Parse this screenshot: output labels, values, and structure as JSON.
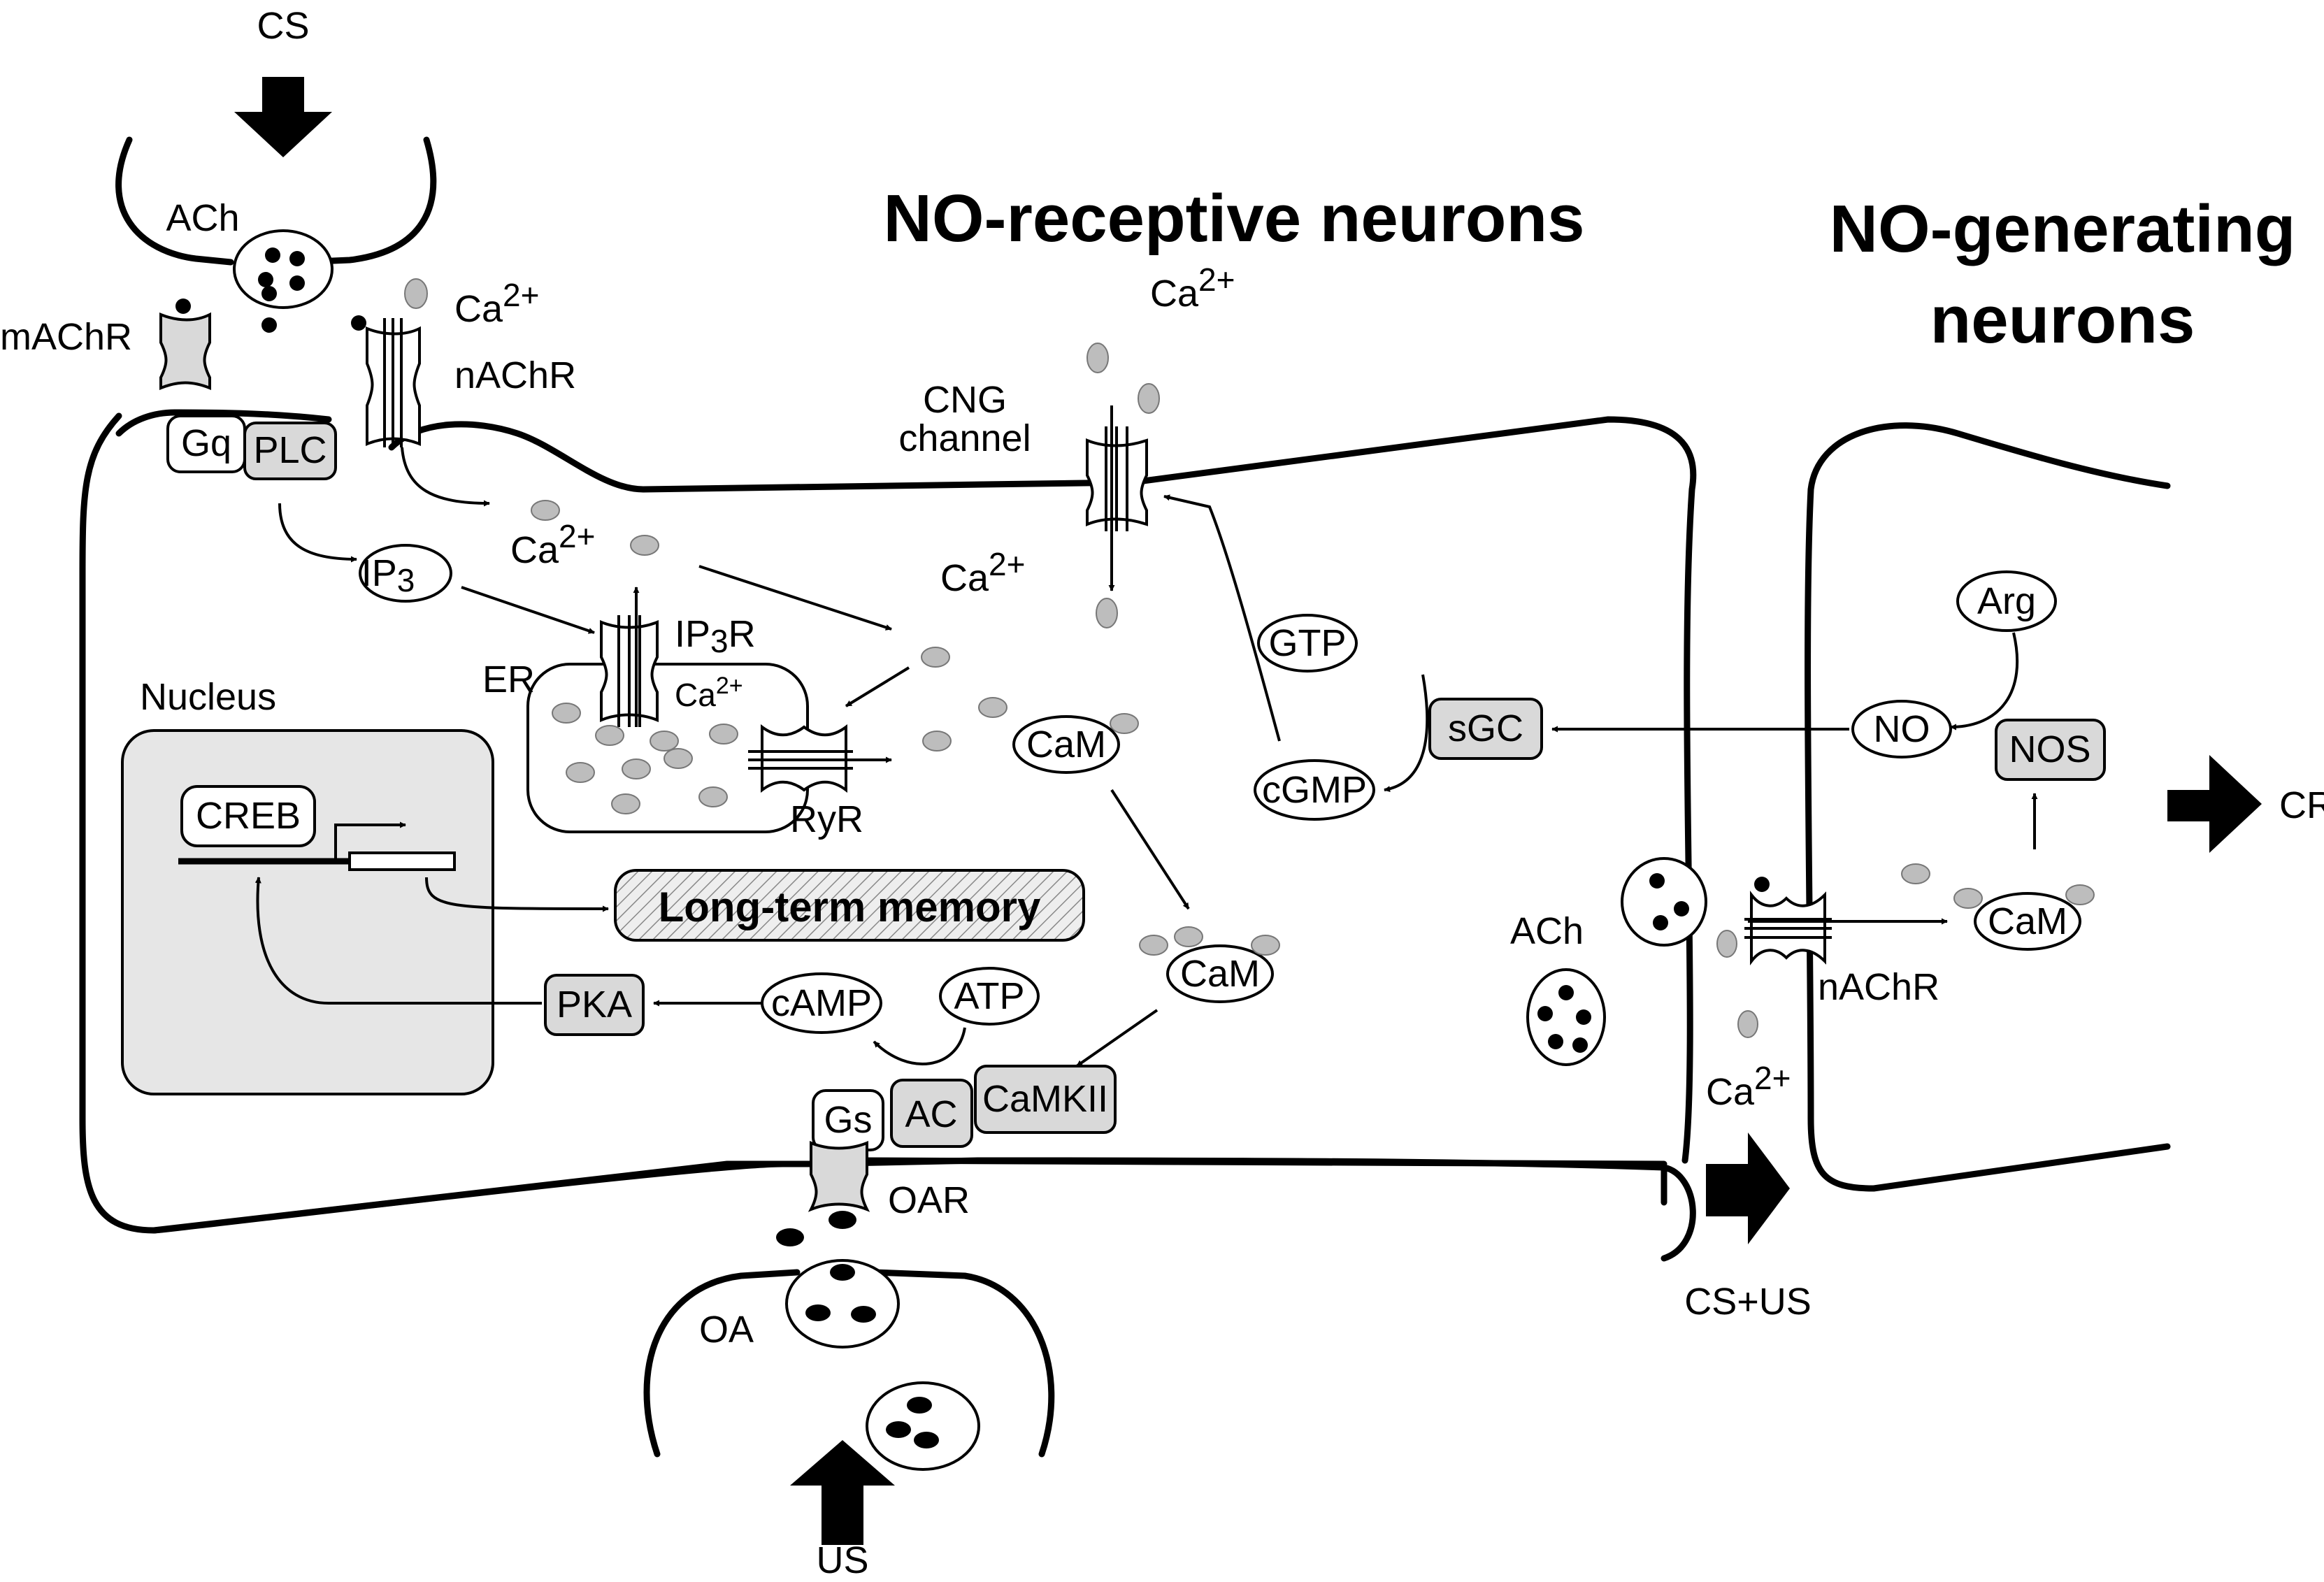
{
  "titles": {
    "receptive": "NO-receptive neurons",
    "generating_line1": "NO-generating",
    "generating_line2": "neurons"
  },
  "inputs": {
    "cs": "CS",
    "us": "US",
    "cs_us": "CS+US",
    "cr": "CR"
  },
  "membrane": {
    "mAChR": "mAChR",
    "nAChR": "nAChR",
    "Gq": "Gq",
    "PLC": "PLC",
    "CNG_line1": "CNG",
    "CNG_line2": "channel",
    "OAR": "OAR",
    "Gs": "Gs",
    "AC": "AC",
    "CaMKII": "CaMKII"
  },
  "transmitters": {
    "ACh_top": "ACh",
    "ACh_right": "ACh",
    "OA": "OA"
  },
  "ions": {
    "ca_label": "Ca",
    "ca_sup": "2+"
  },
  "intracellular": {
    "IP3": "IP",
    "IP3_sub": "3",
    "IP3R": "IP",
    "IP3R_sub": "3",
    "IP3R_suffix": "R",
    "ER": "ER",
    "RyR": "RyR",
    "Nucleus": "Nucleus",
    "CREB": "CREB",
    "LTM": "Long-term memory",
    "PKA": "PKA",
    "cAMP": "cAMP",
    "ATP": "ATP",
    "CaM": "CaM",
    "GTP": "GTP",
    "sGC": "sGC",
    "cGMP": "cGMP"
  },
  "generating": {
    "Arg": "Arg",
    "NO": "NO",
    "NOS": "NOS",
    "CaM": "CaM",
    "nAChR": "nAChR"
  },
  "colors": {
    "gray_box": "#d9d9d9",
    "nucleus_fill": "#e6e6e6",
    "ca_ion": "#bdbdbd"
  }
}
